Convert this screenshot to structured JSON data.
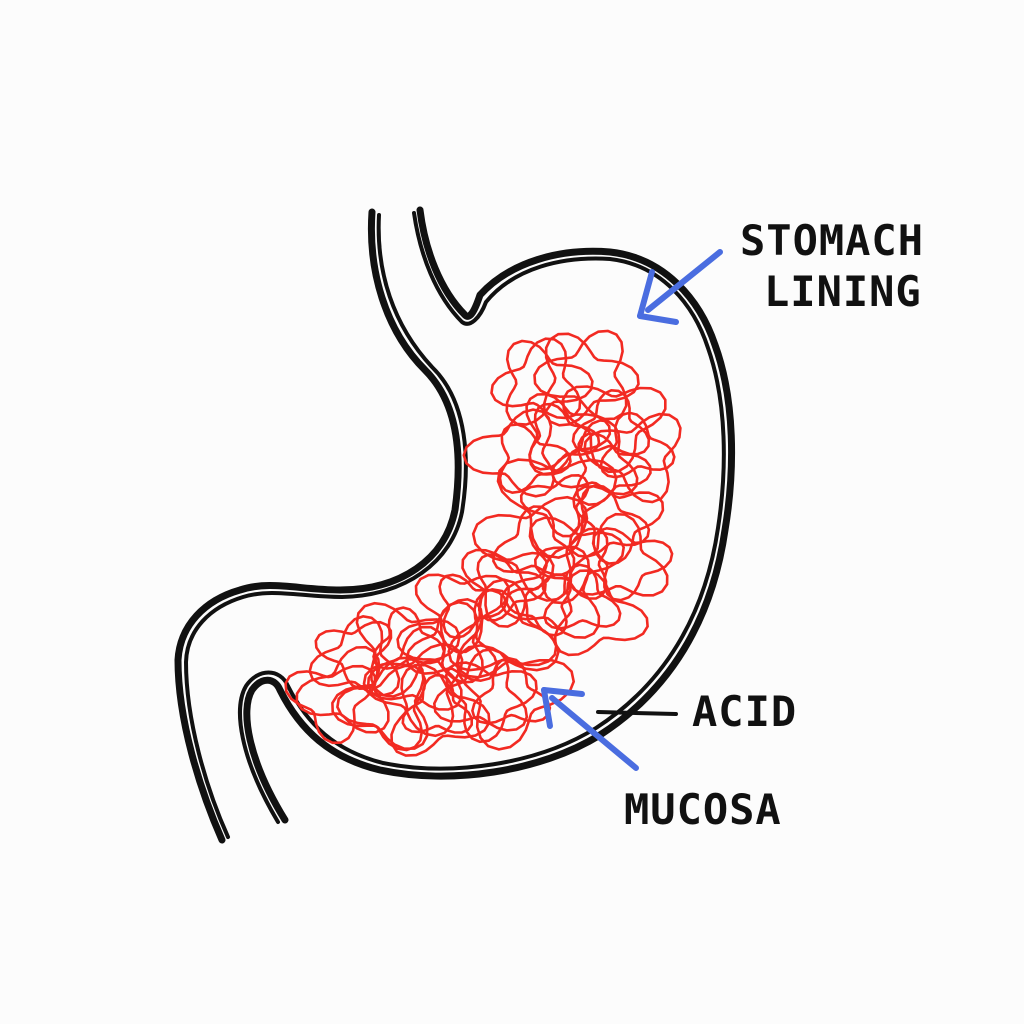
{
  "diagram": {
    "labels": {
      "stomach_lining_line1": "STOMACH",
      "stomach_lining_line2": "LINING",
      "acid": "ACID",
      "mucosa": "MUCOSA"
    },
    "colors": {
      "background": "#fcfcfc",
      "outline": "#111111",
      "acid": "#f22a22",
      "arrow": "#4a6de0",
      "text": "#111111"
    }
  }
}
